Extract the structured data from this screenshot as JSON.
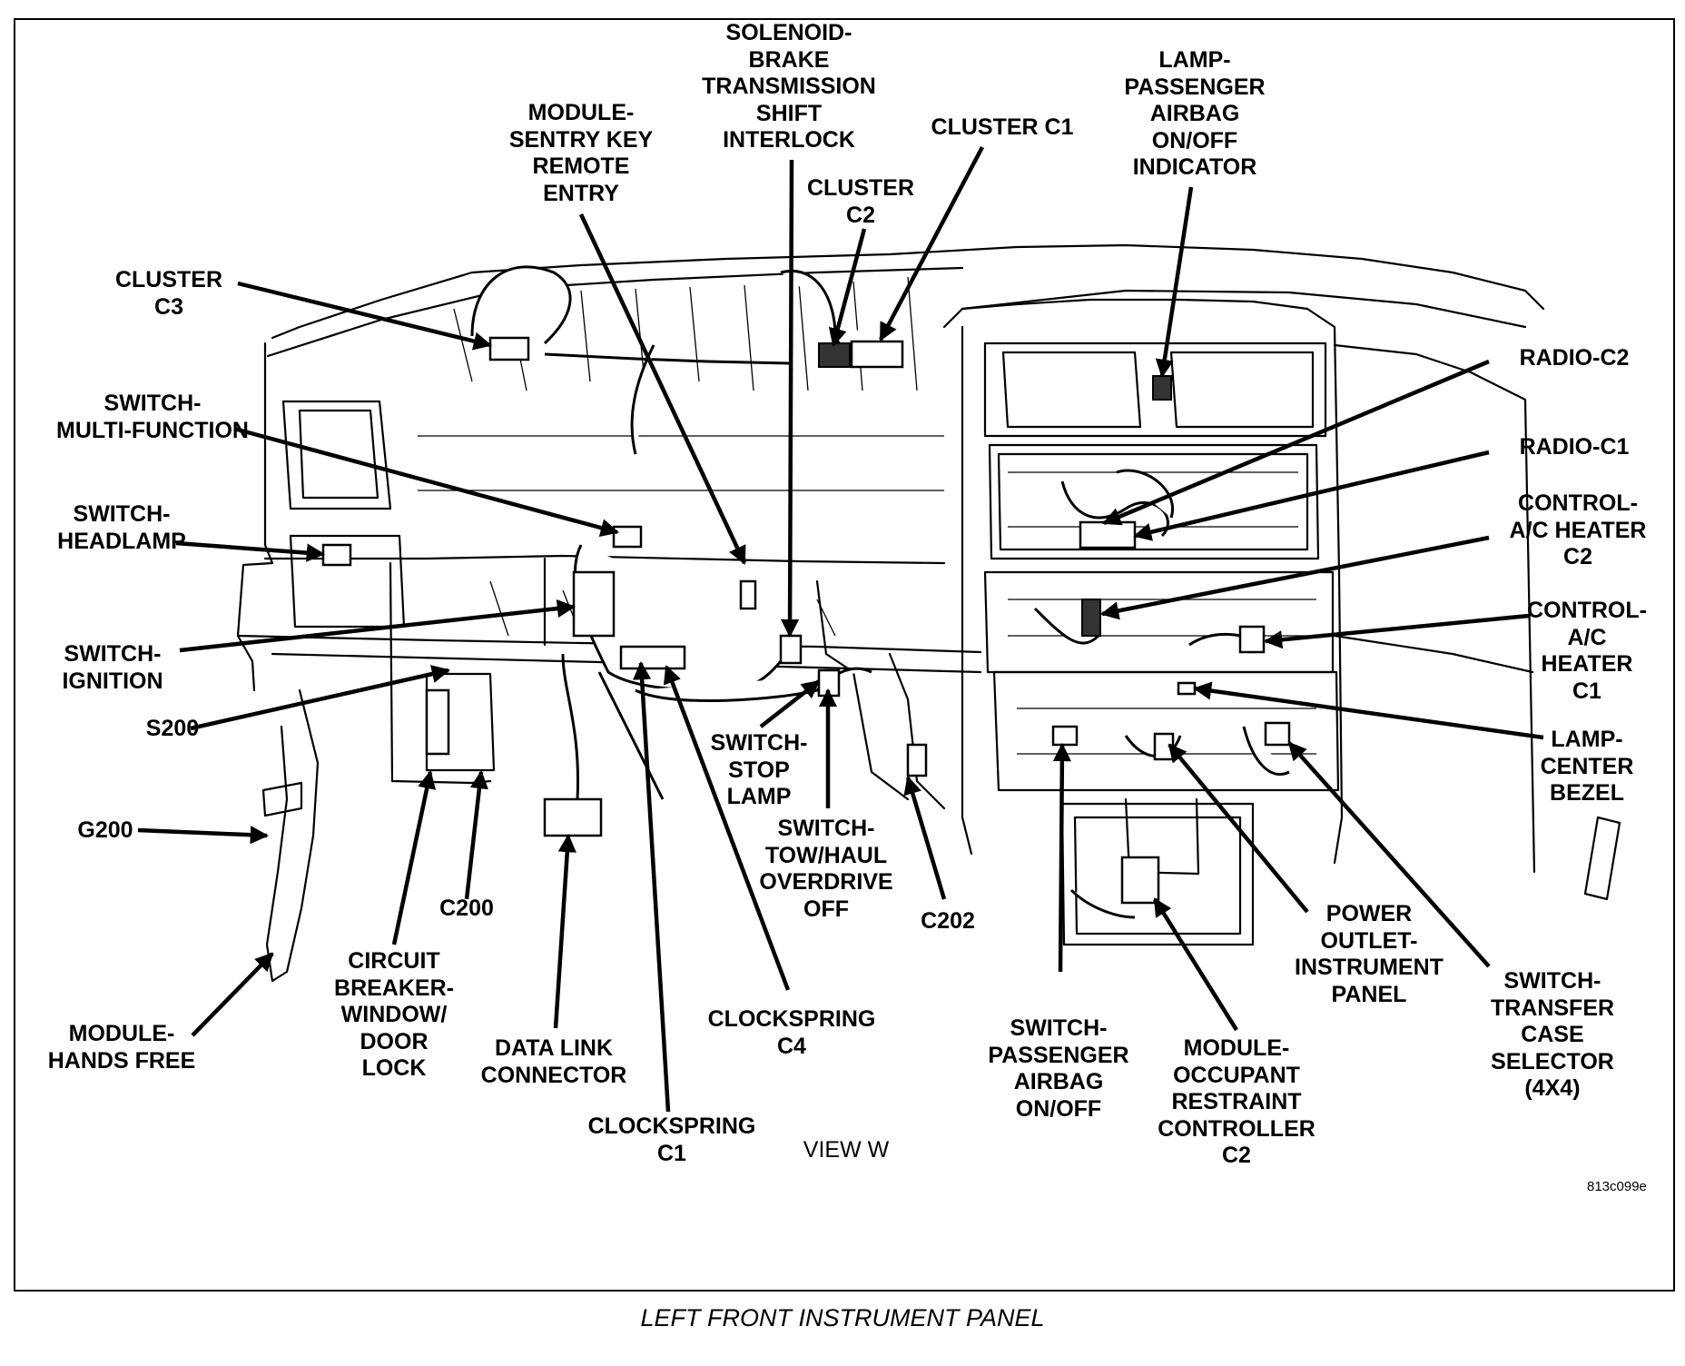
{
  "labels": {
    "cluster_c3": "CLUSTER\nC3",
    "module_sentry": "MODULE-\nSENTRY KEY\nREMOTE\nENTRY",
    "solenoid_bts": "SOLENOID-\nBRAKE\nTRANSMISSION\nSHIFT\nINTERLOCK",
    "cluster_c2": "CLUSTER\nC2",
    "cluster_c1": "CLUSTER C1",
    "lamp_passenger_airbag": "LAMP-\nPASSENGER\nAIRBAG\nON/OFF\nINDICATOR",
    "radio_c2": "RADIO-C2",
    "radio_c1": "RADIO-C1",
    "control_ac_c2": "CONTROL-\nA/C HEATER\nC2",
    "control_ac_c1": "CONTROL-\nA/C\nHEATER\nC1",
    "lamp_center_bezel": "LAMP-\nCENTER\nBEZEL",
    "switch_multi_function": "SWITCH-\nMULTI-FUNCTION",
    "switch_headlamp": "SWITCH-\nHEADLAMP",
    "switch_ignition": "SWITCH-\nIGNITION",
    "s200": "S200",
    "g200": "G200",
    "module_hands_free": "MODULE-\nHANDS FREE",
    "circuit_breaker": "CIRCUIT\nBREAKER-\nWINDOW/\nDOOR\nLOCK",
    "c200": "C200",
    "data_link": "DATA LINK\nCONNECTOR",
    "clockspring_c1": "CLOCKSPRING\nC1",
    "clockspring_c4": "CLOCKSPRING\nC4",
    "switch_stop_lamp": "SWITCH-\nSTOP\nLAMP",
    "switch_tow_haul": "SWITCH-\nTOW/HAUL\nOVERDRIVE\nOFF",
    "c202": "C202",
    "switch_passenger_airbag": "SWITCH-\nPASSENGER\nAIRBAG\nON/OFF",
    "module_occupant": "MODULE-\nOCCUPANT\nRESTRAINT\nCONTROLLER\nC2",
    "power_outlet": "POWER\nOUTLET-\nINSTRUMENT\nPANEL",
    "switch_transfer_case": "SWITCH-\nTRANSFER\nCASE\nSELECTOR\n(4X4)",
    "view": "VIEW W"
  },
  "figure_id": "813c099e",
  "caption": "LEFT FRONT INSTRUMENT PANEL"
}
